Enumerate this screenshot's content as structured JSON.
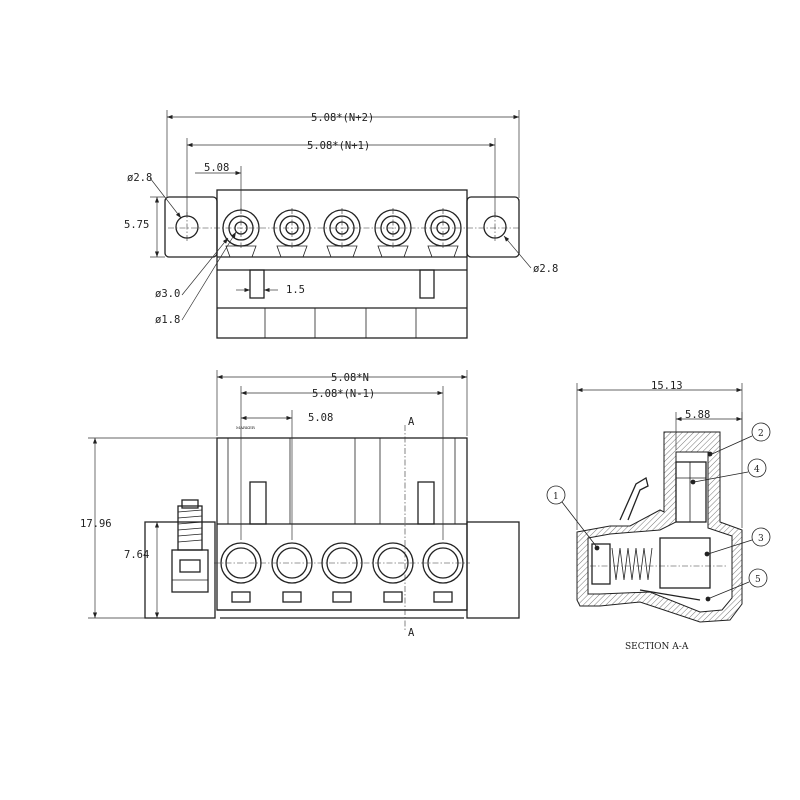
{
  "top_view": {
    "dim_overall": "5.08*(N+2)",
    "dim_inner": "5.08*(N+1)",
    "dim_pitch": "5.08",
    "dim_left_hole": "ø2.8",
    "dim_height": "5.75",
    "dim_right_hole": "ø2.8",
    "dim_outer_dia": "ø3.0",
    "dim_inner_dia": "ø1.8",
    "dim_slot": "1.5"
  },
  "front_view": {
    "dim_width": "5.08*N",
    "dim_inner": "5.08*(N-1)",
    "dim_pitch": "5.08",
    "dim_total_height": "17.96",
    "dim_flange_height": "7.64",
    "section_mark_top": "A",
    "section_mark_bottom": "A",
    "tiny_label": "MARKER"
  },
  "section_view": {
    "dim_depth": "15.13",
    "dim_offset": "5.88",
    "caption": "SECTION A-A",
    "callouts": [
      "1",
      "2",
      "3",
      "4",
      "5"
    ]
  }
}
